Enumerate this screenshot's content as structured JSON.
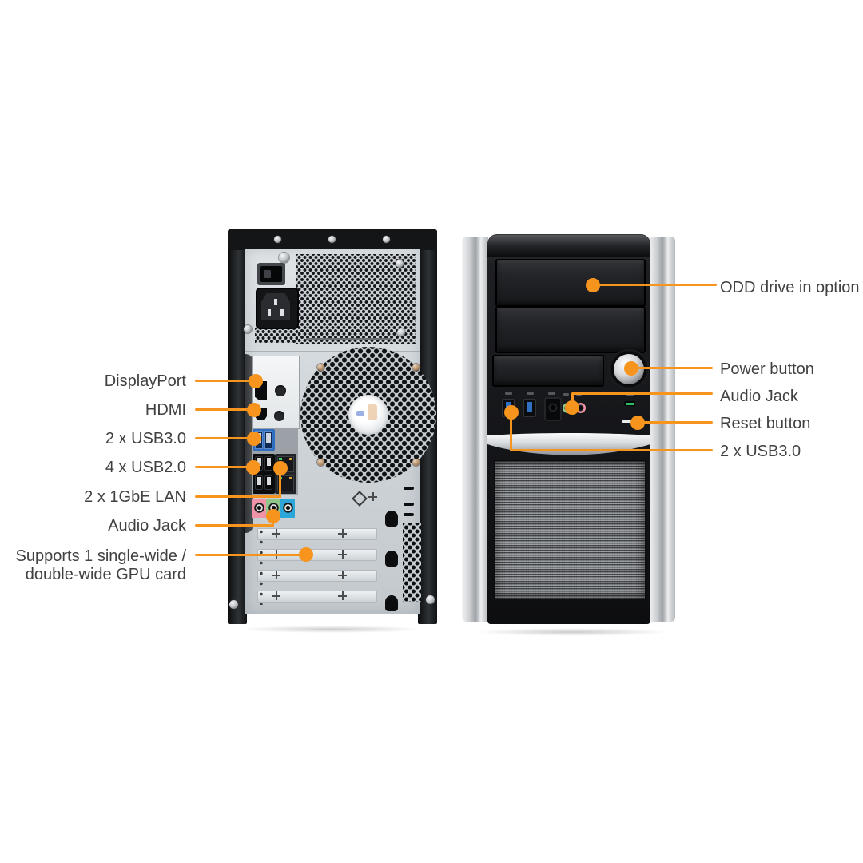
{
  "colors": {
    "accent": "#F7941D",
    "label": "#414042"
  },
  "rear_view": {
    "callouts": [
      {
        "label": "DisplayPort"
      },
      {
        "label": "HDMI"
      },
      {
        "label": "2 x USB3.0"
      },
      {
        "label": "4 x USB2.0"
      },
      {
        "label": "2 x 1GbE LAN"
      },
      {
        "label": "Audio Jack"
      },
      {
        "label": "Supports 1 single-wide /\ndouble-wide GPU card"
      }
    ]
  },
  "front_view": {
    "callouts": [
      {
        "label": "ODD drive in option"
      },
      {
        "label": "Power button"
      },
      {
        "label": "Audio Jack"
      },
      {
        "label": "Reset button"
      },
      {
        "label": "2 x USB3.0"
      }
    ]
  }
}
